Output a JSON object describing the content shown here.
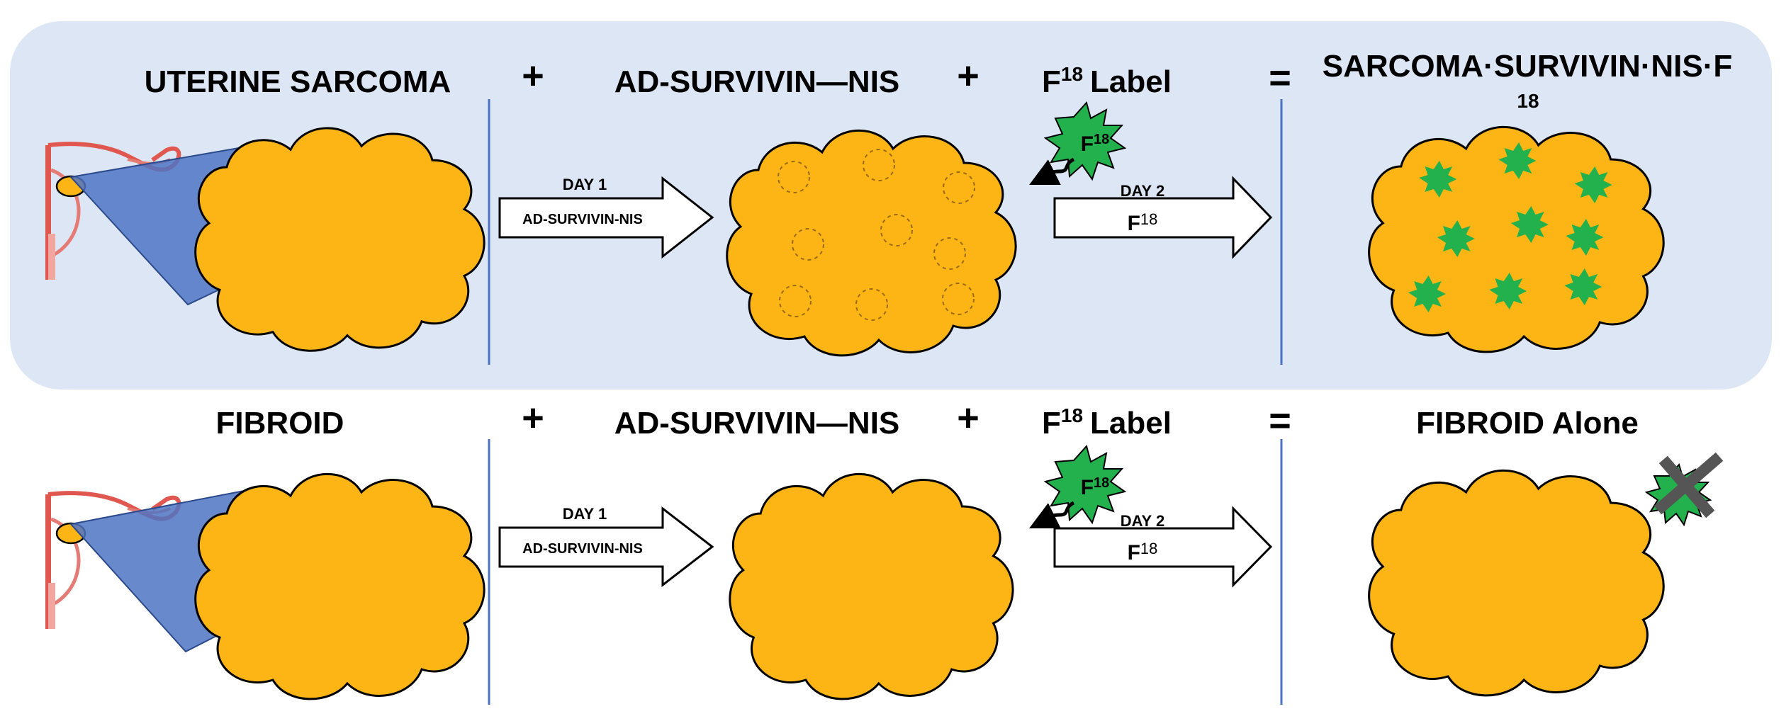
{
  "rows": [
    {
      "condition_label": "UTERINE SARCOMA",
      "plus_1": "+",
      "vector_label": "AD-SURVIVIN—NIS",
      "plus_2": "+",
      "tracer_base": "F",
      "tracer_sup": "18",
      "tracer_word": "Label",
      "equals": "=",
      "result_label": "SARCOMA·SURVIVIN·NIS·F",
      "result_sub": "18",
      "day1_label": "DAY 1",
      "day1_arrow_text": "AD-SURVIVIN-NIS",
      "day2_label": "DAY 2",
      "day2_arrow_base": "F",
      "day2_arrow_sup": "18",
      "starburst_base": "F",
      "starburst_sup": "18",
      "result_uptake": "green-spots-on-tumor"
    },
    {
      "condition_label": "FIBROID",
      "plus_1": "+",
      "vector_label": "AD-SURVIVIN—NIS",
      "plus_2": "+",
      "tracer_base": "F",
      "tracer_sup": "18",
      "tracer_word": "Label",
      "equals": "=",
      "result_label": "FIBROID Alone",
      "day1_label": "DAY 1",
      "day1_arrow_text": "AD-SURVIVIN-NIS",
      "day2_label": "DAY 2",
      "day2_arrow_base": "F",
      "day2_arrow_sup": "18",
      "starburst_base": "F",
      "starburst_sup": "18",
      "result_uptake": "crossed-out-starburst"
    }
  ],
  "colors": {
    "panel_bg": "#dde6f4",
    "tumor_fill": "#fdb515",
    "starburst_green": "#22b14c",
    "cone_blue": "#4f74c4",
    "divider_blue": "#4a72c4",
    "uterus_pink": "#e0574f",
    "cross_gray": "#555555"
  },
  "icons": {
    "uterus": "uterus-icon",
    "starburst": "f18-starburst-icon",
    "cross": "x-cross-icon"
  }
}
